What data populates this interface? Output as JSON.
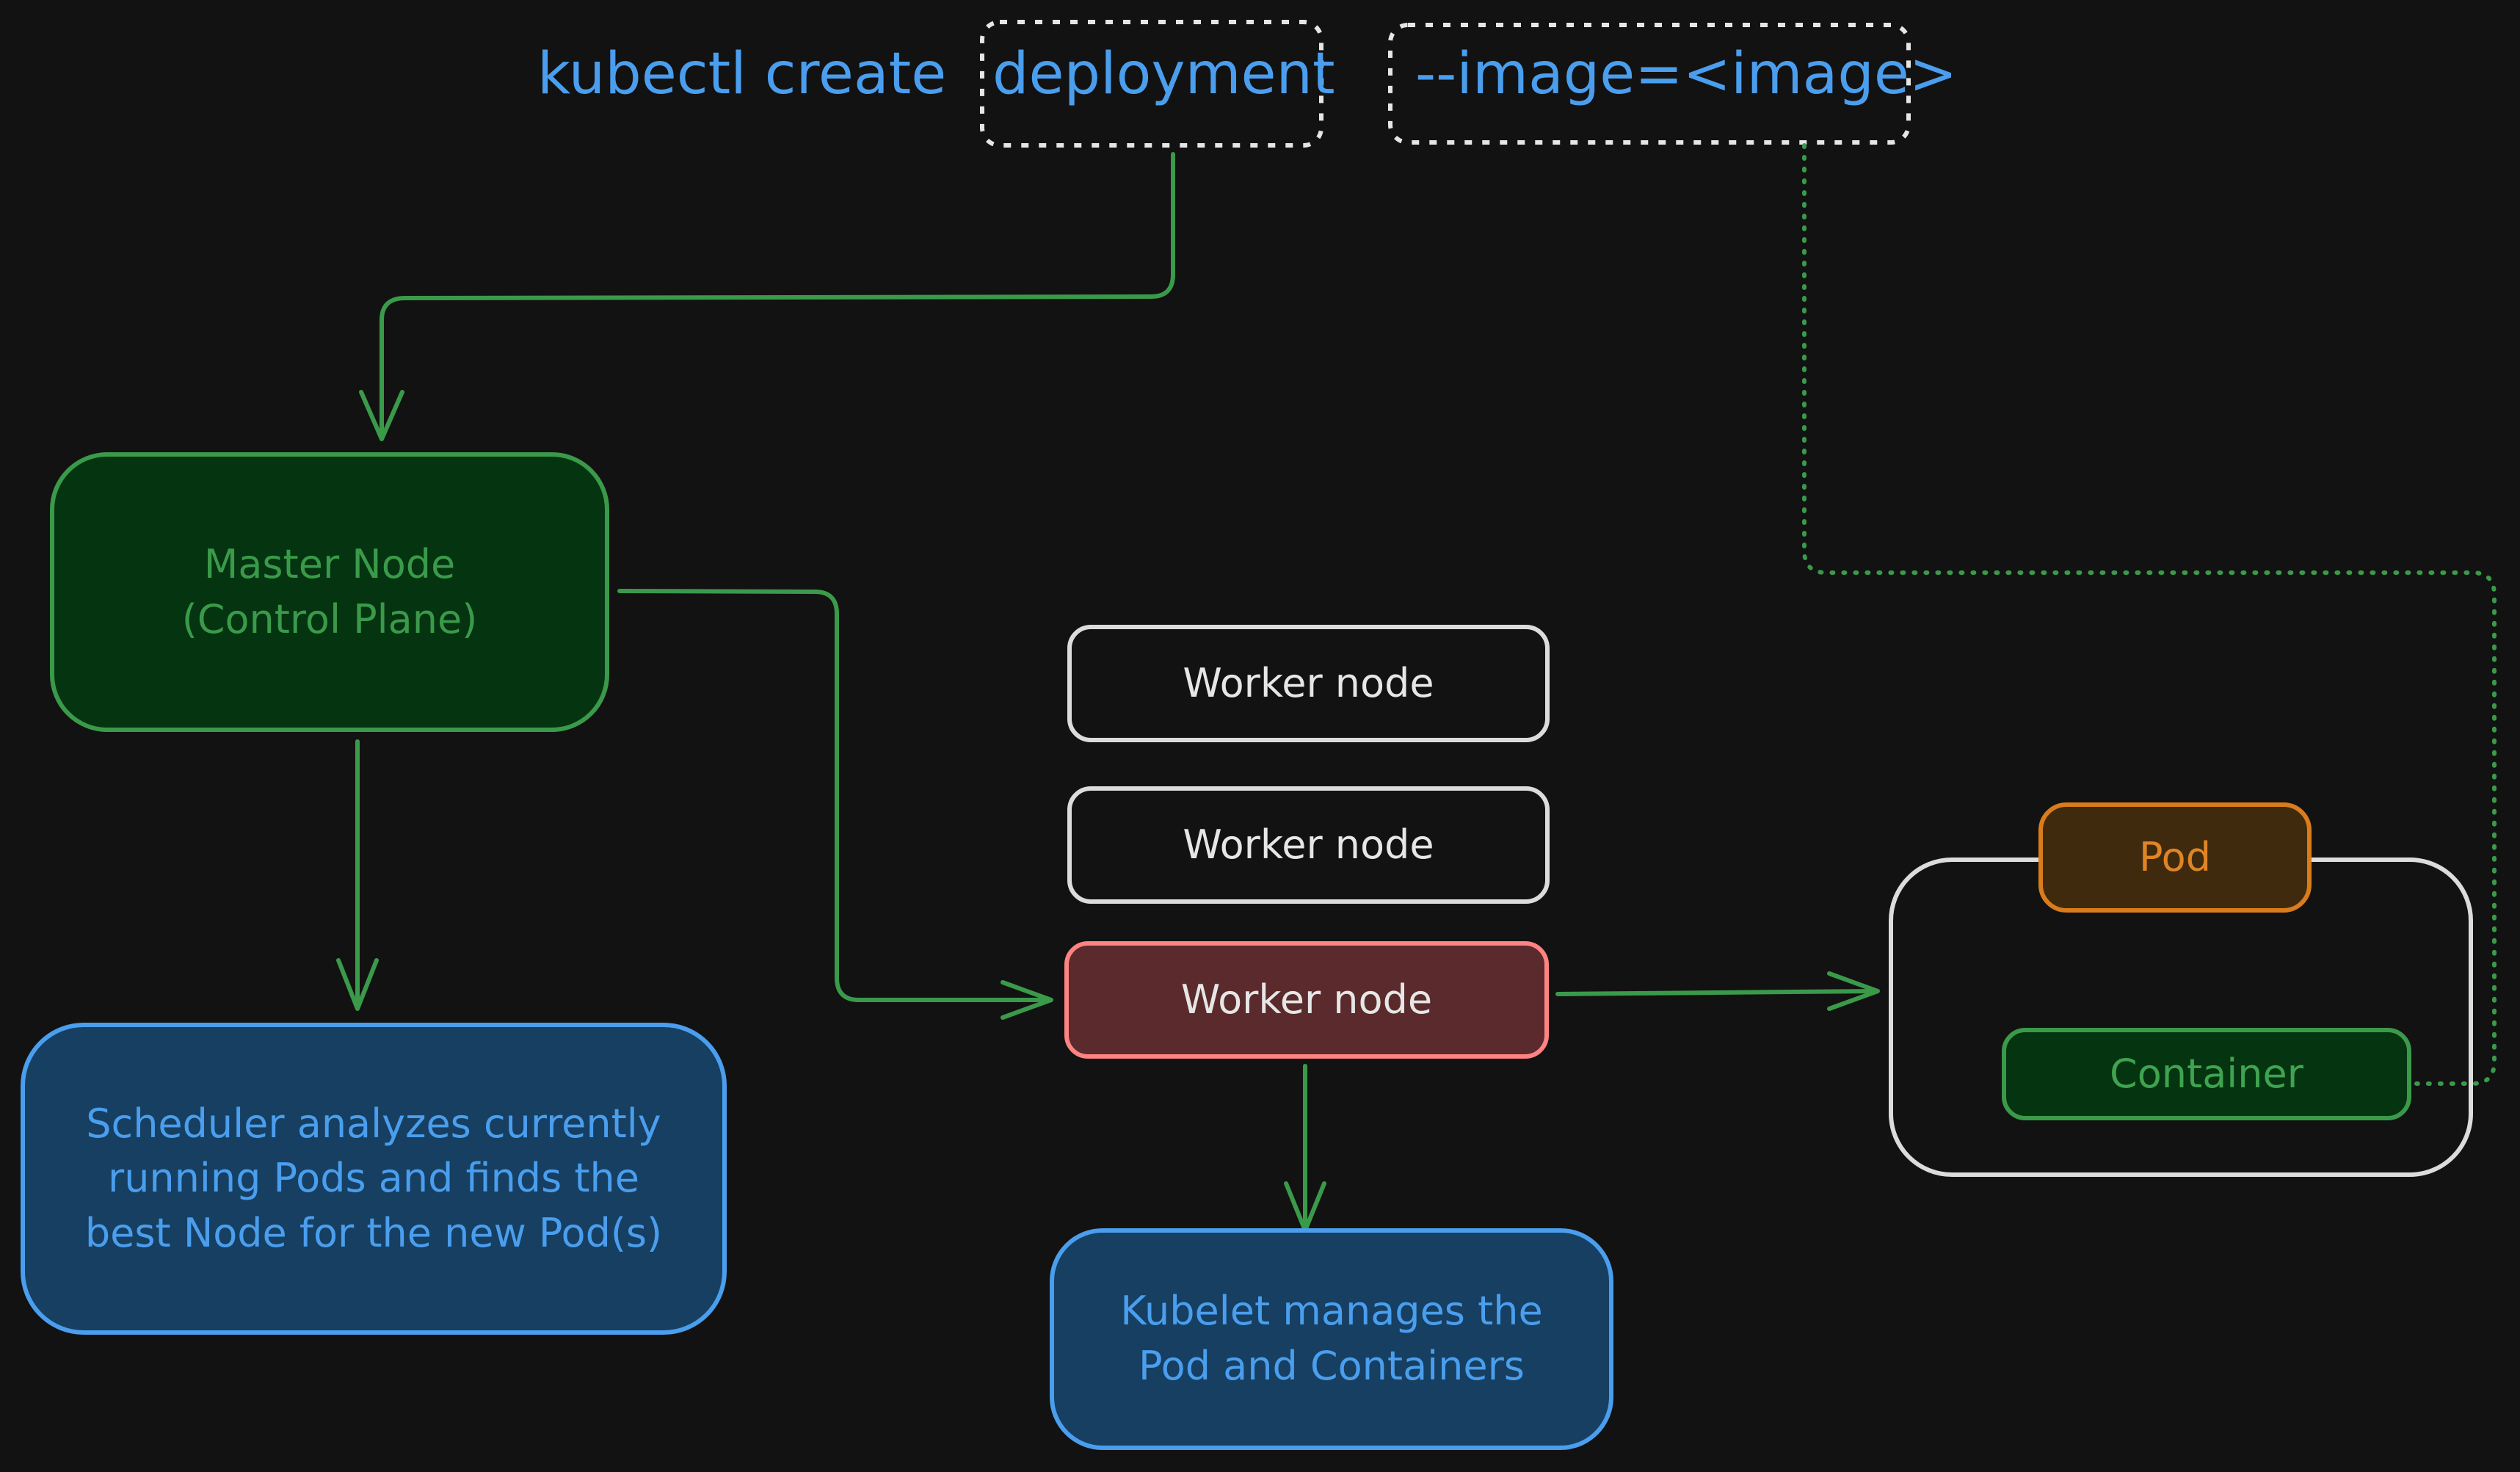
{
  "command": {
    "prefix": "kubectl create",
    "subcommand": "deployment",
    "flag": "--image=<image>"
  },
  "nodes": {
    "master": "Master Node\n(Control Plane)",
    "scheduler": "Scheduler analyzes currently\nrunning Pods and finds the\nbest Node for the new Pod(s)",
    "workers": [
      "Worker node",
      "Worker node",
      "Worker node"
    ],
    "kubelet": "Kubelet manages the\nPod and Containers",
    "pod": "Pod",
    "container": "Container"
  },
  "colors": {
    "background": "#121212",
    "command_text": "#4a9eed",
    "arrow_green": "#3a9a4a",
    "master_fill": "#053411",
    "info_fill": "#163f62",
    "info_stroke": "#4a9eed",
    "worker_stroke": "#dcdcdc",
    "worker_active_fill": "#5a2a2c",
    "worker_active_stroke": "#ff8383",
    "pod_fill": "#3f2a0d",
    "pod_stroke": "#d97c1c",
    "dashed_frame": "#e6e6e6"
  }
}
